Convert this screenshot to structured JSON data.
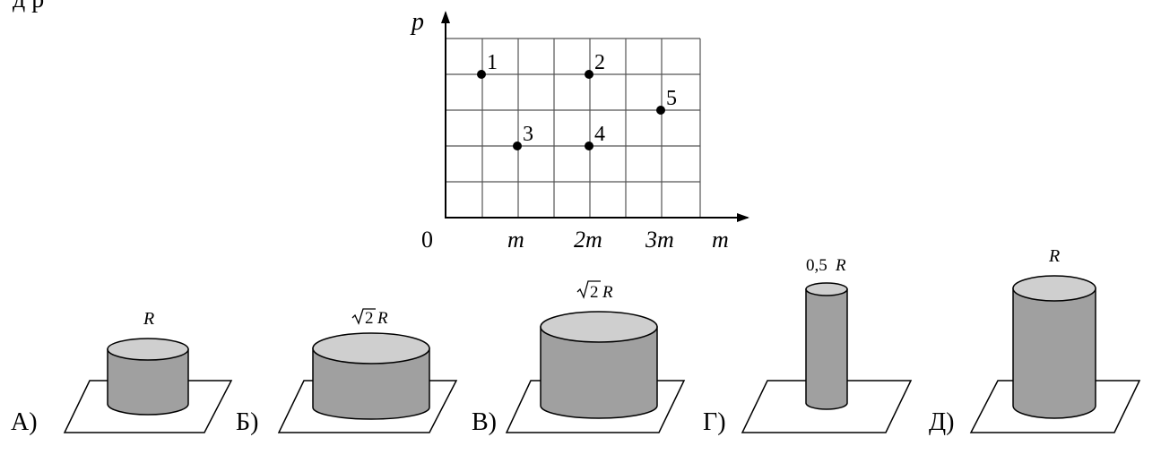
{
  "top_text": "д   р",
  "graph": {
    "y_axis_label": "p",
    "x_axis_label": "m",
    "origin_label": "0",
    "x_ticks": [
      "m",
      "2m",
      "3m"
    ],
    "grid": true,
    "points": [
      {
        "label": "1",
        "x": 0.5,
        "y": 4
      },
      {
        "label": "2",
        "x": 2,
        "y": 4
      },
      {
        "label": "3",
        "x": 1,
        "y": 2
      },
      {
        "label": "4",
        "x": 2,
        "y": 2
      },
      {
        "label": "5",
        "x": 3,
        "y": 3
      }
    ]
  },
  "cylinders": [
    {
      "option": "А)",
      "radius_label": "R"
    },
    {
      "option": "Б)",
      "radius_label_root": "2",
      "radius_label_var": "R"
    },
    {
      "option": "В)",
      "radius_label_root": "2",
      "radius_label_var": "R"
    },
    {
      "option": "Г)",
      "radius_label_num": "0,5",
      "radius_label_var": "R"
    },
    {
      "option": "Д)",
      "radius_label": "R"
    }
  ],
  "colors": {
    "side": "#a0a0a0",
    "top": "#cfcfcf",
    "line": "#000000"
  }
}
